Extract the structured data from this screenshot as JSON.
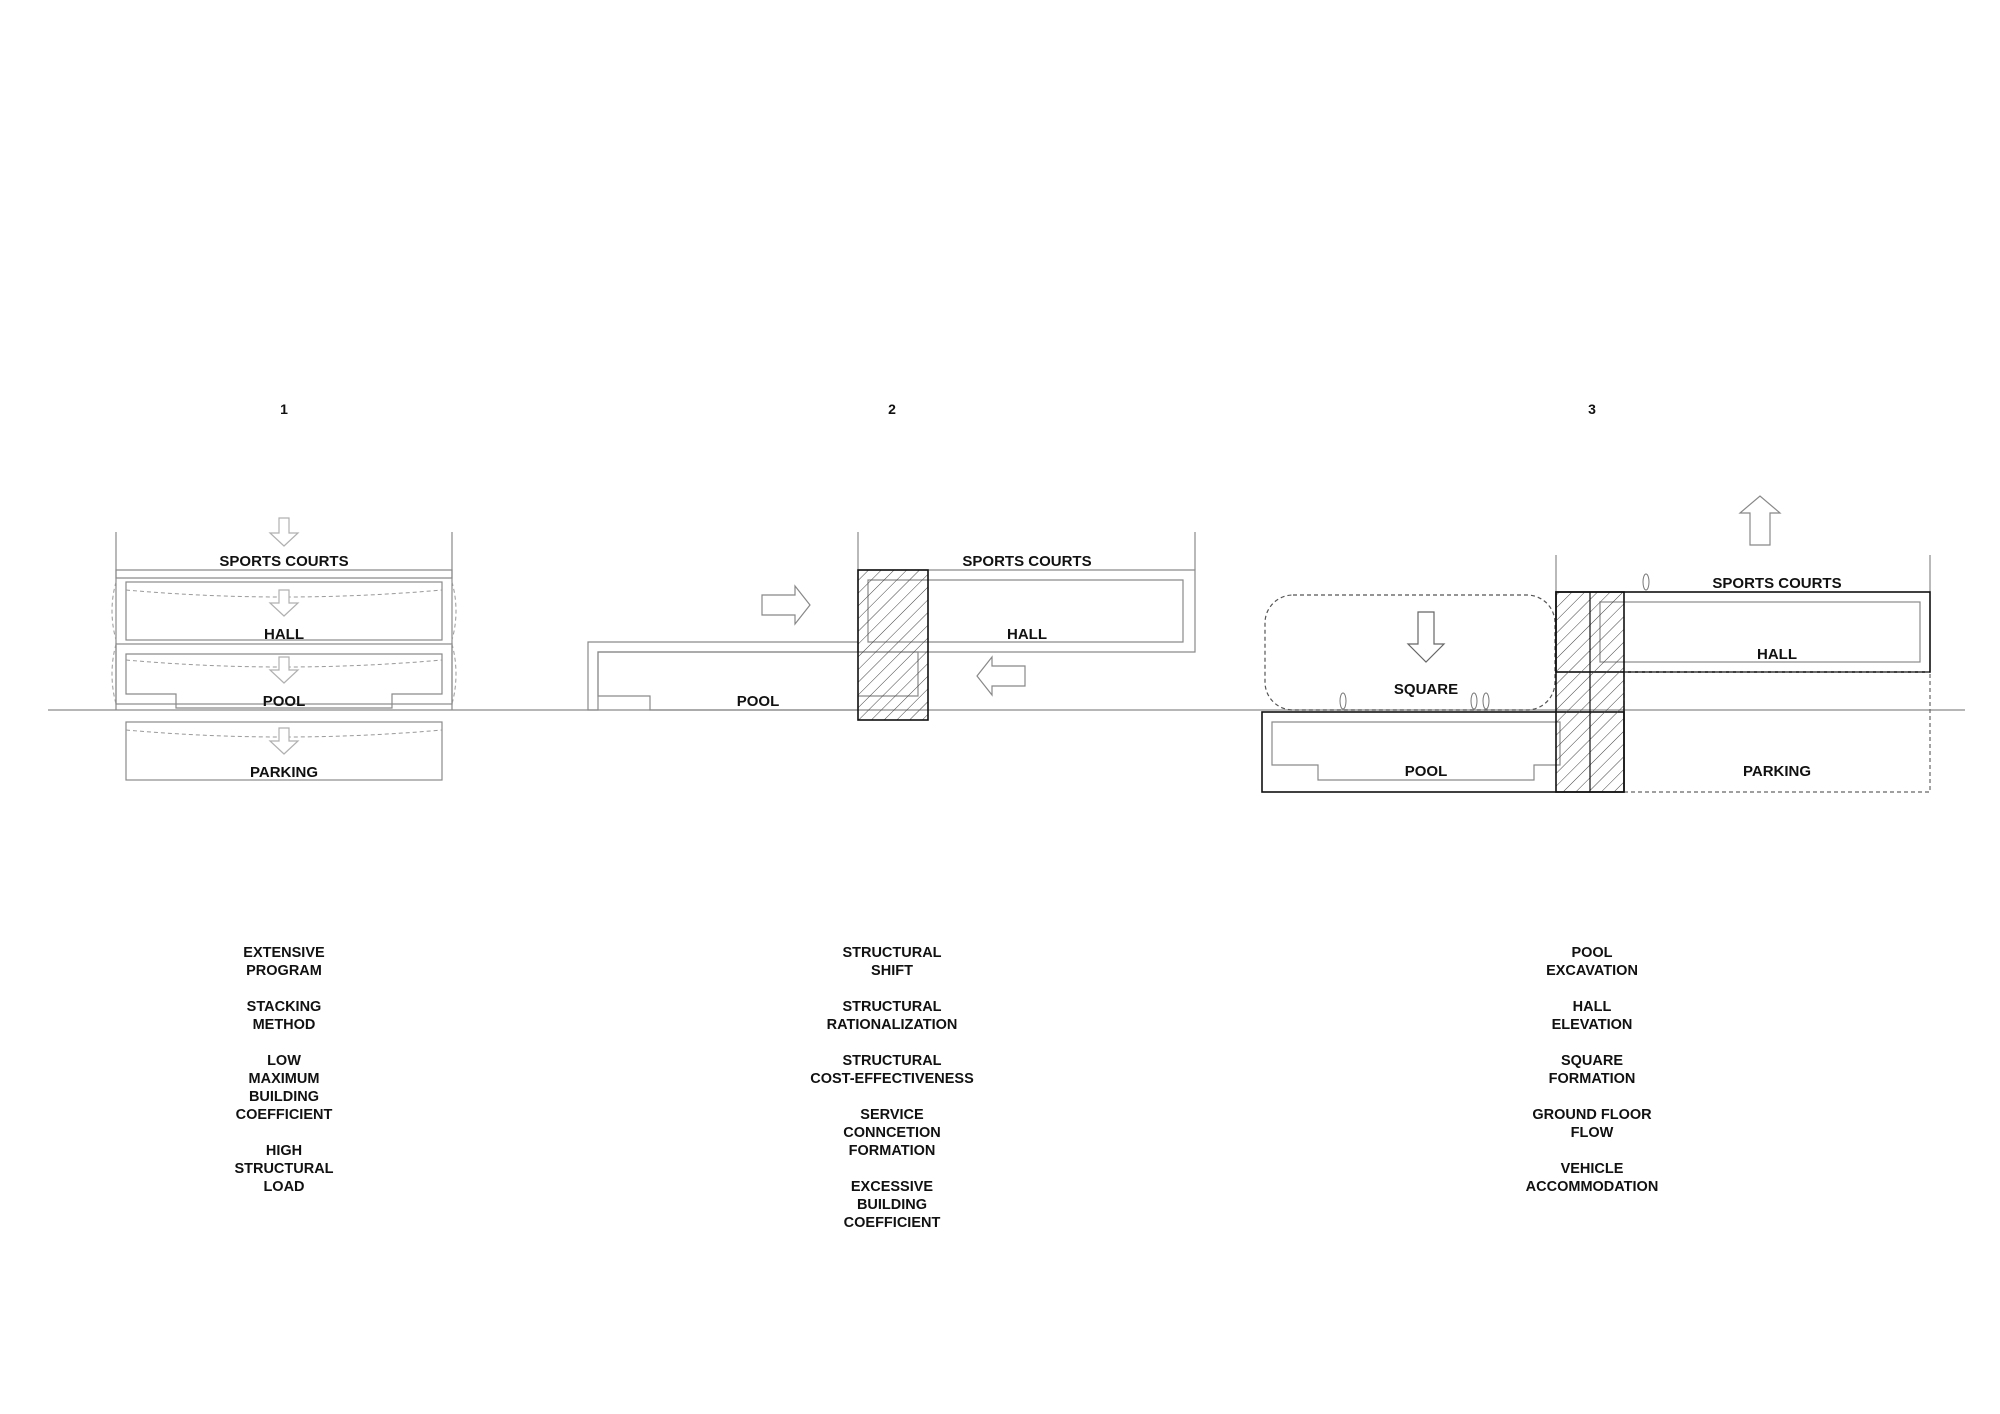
{
  "stages": [
    {
      "number": "1",
      "labels": {
        "sports_courts": "SPORTS COURTS",
        "hall": "HALL",
        "pool": "POOL",
        "parking": "PARKING"
      },
      "notes": [
        [
          "EXTENSIVE",
          "PROGRAM"
        ],
        [
          "STACKING",
          "METHOD"
        ],
        [
          "LOW",
          "MAXIMUM",
          "BUILDING",
          "COEFFICIENT"
        ],
        [
          "HIGH",
          "STRUCTURAL",
          "LOAD"
        ]
      ]
    },
    {
      "number": "2",
      "labels": {
        "sports_courts": "SPORTS COURTS",
        "hall": "HALL",
        "pool": "POOL"
      },
      "notes": [
        [
          "STRUCTURAL",
          "SHIFT"
        ],
        [
          "STRUCTURAL",
          "RATIONALIZATION"
        ],
        [
          "STRUCTURAL",
          "COST-EFFECTIVENESS"
        ],
        [
          "SERVICE",
          "CONNCETION",
          "FORMATION"
        ],
        [
          "EXCESSIVE",
          "BUILDING",
          "COEFFICIENT"
        ]
      ]
    },
    {
      "number": "3",
      "labels": {
        "sports_courts": "SPORTS COURTS",
        "hall": "HALL",
        "square": "SQUARE",
        "pool": "POOL",
        "parking": "PARKING"
      },
      "notes": [
        [
          "POOL",
          "EXCAVATION"
        ],
        [
          "HALL",
          "ELEVATION"
        ],
        [
          "SQUARE",
          "FORMATION"
        ],
        [
          "GROUND FLOOR",
          "FLOW"
        ],
        [
          "VEHICLE",
          "ACCOMMODATION"
        ]
      ]
    }
  ],
  "colors": {
    "line": "#8a8a8a",
    "dark": "#111111",
    "faint": "#b0b0b0"
  }
}
